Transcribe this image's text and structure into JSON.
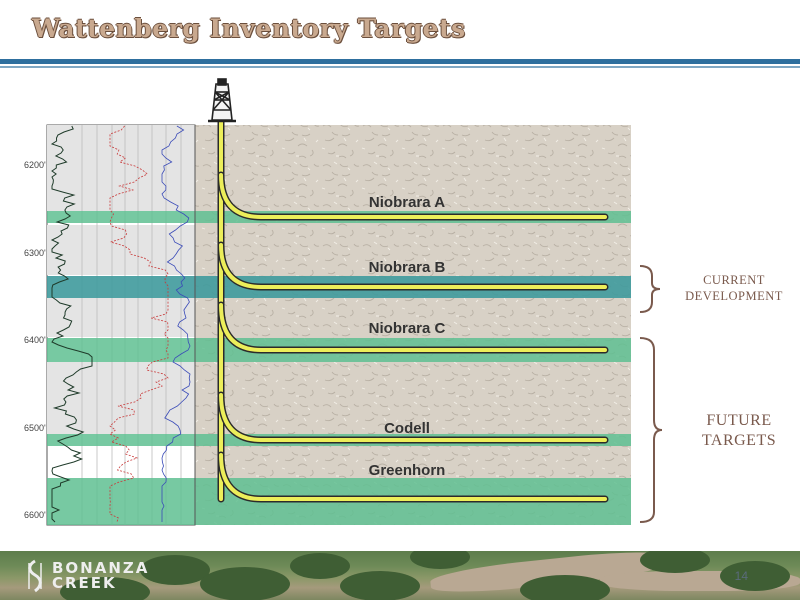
{
  "title": "Wattenberg Inventory Targets",
  "depth_labels": [
    "6200'",
    "6300'",
    "6400'",
    "6500'",
    "6600'"
  ],
  "formations": [
    {
      "name": "Niobrara A"
    },
    {
      "name": "Niobrara B"
    },
    {
      "name": "Niobrara C"
    },
    {
      "name": "Codell"
    },
    {
      "name": "Greenhorn"
    }
  ],
  "brackets": {
    "current": [
      "CURRENT",
      "DEVELOPMENT"
    ],
    "future": [
      "FUTURE",
      "TARGETS"
    ]
  },
  "footer": {
    "logo_line1": "BONANZA",
    "logo_line2": "CREEK",
    "page_number": "14"
  },
  "colors": {
    "zone_green": "#5fbf92",
    "zone_teal": "#3f9a9c",
    "wellbore": "#ecee5a",
    "rock": "#d7d0c5",
    "bracket": "#7a5a4d"
  },
  "icons": [
    "drilling-rig-icon",
    "bonanza-creek-logo-icon"
  ]
}
